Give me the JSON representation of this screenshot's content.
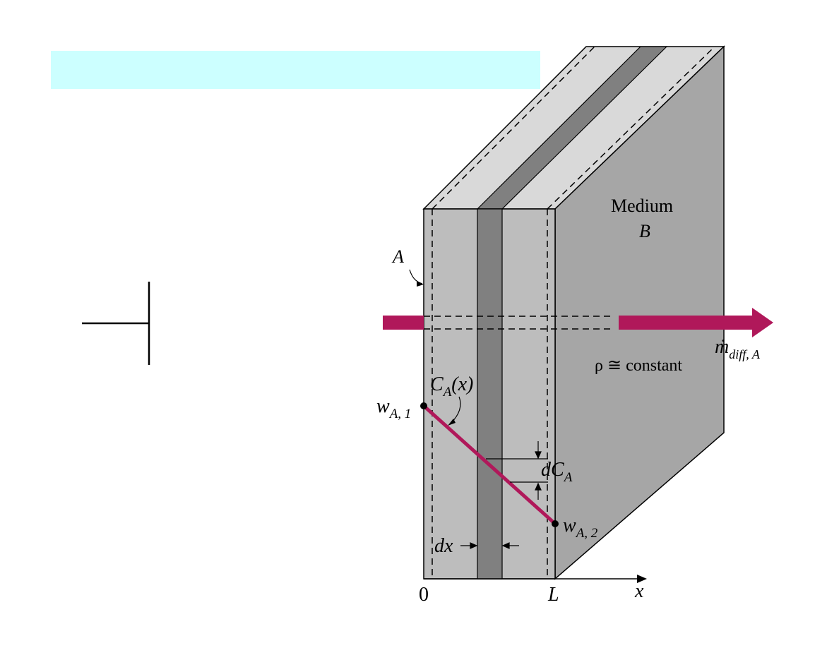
{
  "title_banner": {
    "text": "",
    "color": "#ccffff"
  },
  "labels": {
    "medium": "Medium",
    "medium_symbol": "B",
    "boundary": "A",
    "flow_m": "ṁ",
    "flow_sub": "diff, A",
    "density": "ρ ≅ constant",
    "conc_main": "C",
    "conc_sub": "A",
    "conc_arg": "(x)",
    "w1_main": "w",
    "w1_sub": "A, 1",
    "w2_main": "w",
    "w2_sub": "A, 2",
    "dc_main": "dC",
    "dc_sub": "A",
    "dx": "dx",
    "x_zero": "0",
    "x_L": "L",
    "x_axis": "x"
  },
  "colors": {
    "slab_face": "#bdbdbd",
    "slab_top": "#d9d9d9",
    "slab_side": "#a6a6a6",
    "element": "#808080",
    "arrow": "#b0185a",
    "profile": "#b0185a"
  }
}
